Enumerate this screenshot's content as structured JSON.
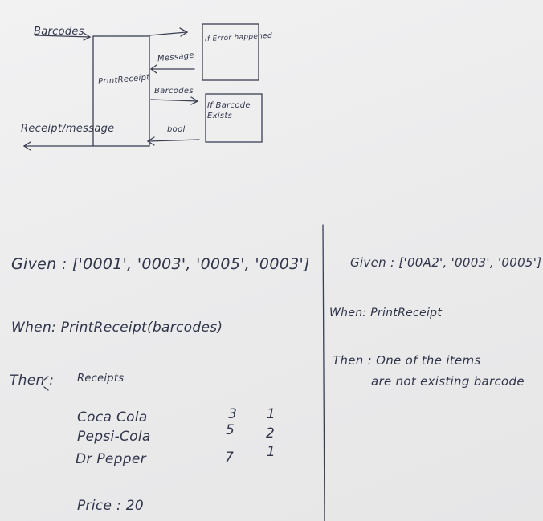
{
  "top_diagram": {
    "barcodes_in": "Barcodes",
    "print_receipt": "PrintReceipt",
    "if_error_happened": "If Error happened",
    "message": "Message",
    "barcodes_mid": "Barcodes",
    "if_barcode_exists": "If Barcode Exists",
    "bool": "bool",
    "receipt_out": "Receipt/message"
  },
  "scenario_1": {
    "given": "Given : ['0001', '0003', '0005', '0003']",
    "when": "When: PrintReceipt(barcodes)",
    "then_label": "Then :",
    "receipts_heading": "Receipts",
    "items": [
      {
        "name": "Coca Cola",
        "price": "3",
        "qty": "1"
      },
      {
        "name": "Pepsi-Cola",
        "price": "5",
        "qty": "2"
      },
      {
        "name": "Dr Pepper",
        "price": "7",
        "qty": "1"
      }
    ],
    "total": "Price : 20"
  },
  "scenario_2": {
    "given": "Given : ['00A2', '0003', '0005']",
    "when": "When: PrintReceipt",
    "then_line1": "Then : One of the items",
    "then_line2": "are not existing barcode"
  }
}
